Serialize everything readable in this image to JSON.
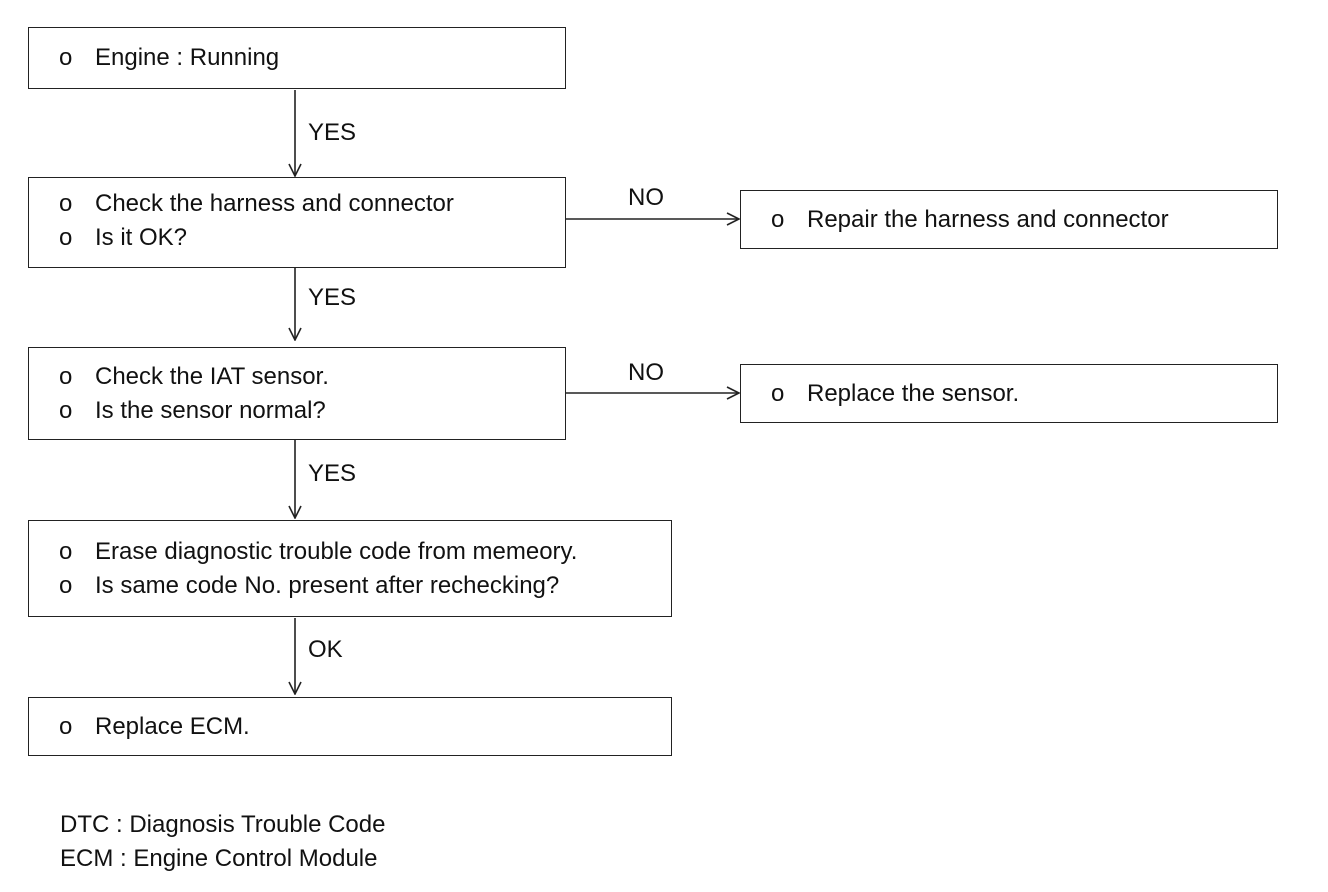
{
  "bullet": "o",
  "boxes": {
    "engine": {
      "lines": [
        "Engine : Running"
      ]
    },
    "harness_check": {
      "lines": [
        "Check the harness and connector",
        "Is it OK?"
      ]
    },
    "harness_repair": {
      "lines": [
        "Repair the harness and connector"
      ]
    },
    "iat_check": {
      "lines": [
        "Check the IAT sensor.",
        "Is the sensor normal?"
      ]
    },
    "sensor_replace": {
      "lines": [
        "Replace the sensor."
      ]
    },
    "dtc_erase": {
      "lines": [
        "Erase diagnostic trouble code from memeory.",
        "Is same code No. present after rechecking?"
      ]
    },
    "ecm_replace": {
      "lines": [
        "Replace ECM."
      ]
    }
  },
  "edges": {
    "engine_to_harness": "YES",
    "harness_to_repair": "NO",
    "harness_to_iat": "YES",
    "iat_to_replace": "NO",
    "iat_to_erase": "YES",
    "erase_to_ecm": "OK"
  },
  "legend": [
    "DTC : Diagnosis Trouble Code",
    "ECM : Engine Control Module"
  ]
}
